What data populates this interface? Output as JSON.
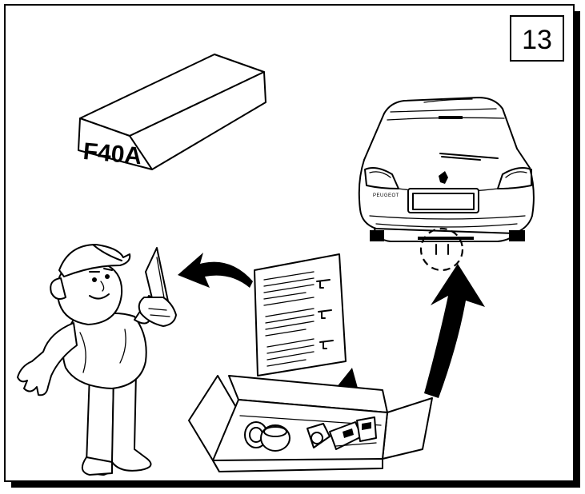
{
  "step": {
    "number": "13"
  },
  "box": {
    "label": "F40A"
  },
  "car": {
    "brand_text": "PEUGEOT"
  }
}
